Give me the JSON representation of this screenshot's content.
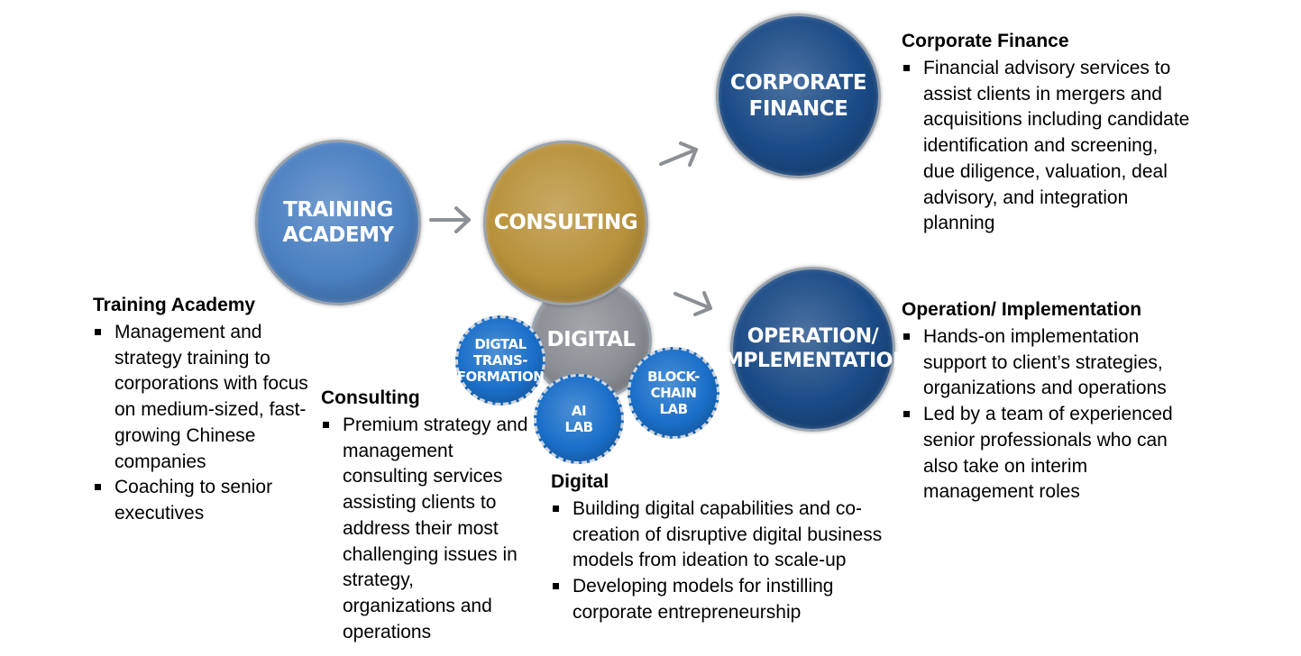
{
  "circles": {
    "training": {
      "line1": "TRAINING",
      "line2": "ACADEMY",
      "color": "#4a7fc1"
    },
    "consulting": {
      "line1": "CONSULTING",
      "color": "#b8913a"
    },
    "digital": {
      "line1": "DIGITAL",
      "color": "#8a8d93"
    },
    "corporate": {
      "line1": "CORPORATE",
      "line2": "FINANCE",
      "color": "#1a4a86"
    },
    "operation": {
      "line1": "OPERATION/",
      "line2": "IMPLEMENTATION",
      "color": "#1a4a86"
    },
    "digital_transformation": {
      "line1": "DIGTAL",
      "line2": "TRANS-",
      "line3": "FORMATION",
      "color": "#1a6fc9"
    },
    "ai_lab": {
      "line1": "AI",
      "line2": "LAB",
      "color": "#1a6fc9"
    },
    "blockchain_lab": {
      "line1": "BLOCK-",
      "line2": "CHAIN",
      "line3": "LAB",
      "color": "#1a6fc9"
    }
  },
  "arrows": {
    "color": "#8c9095"
  },
  "sections": {
    "training": {
      "title": "Training Academy",
      "bullets": [
        "Management and strategy training to corporations with focus on medium-sized, fast-growing Chinese companies",
        "Coaching to senior executives"
      ]
    },
    "consulting": {
      "title": "Consulting",
      "bullets": [
        "Premium strategy and management consulting services assisting clients to address their most challenging issues in strategy, organizations and operations"
      ]
    },
    "digital": {
      "title": "Digital",
      "bullets": [
        "Building digital capabilities and co-creation of disruptive digital business models from ideation to scale-up",
        "Developing models for instilling corporate entrepreneurship"
      ]
    },
    "corporate": {
      "title": "Corporate Finance",
      "bullets": [
        "Financial advisory services to assist clients in mergers and acquisitions including candidate identification and screening, due diligence, valuation, deal advisory, and integration planning"
      ]
    },
    "operation": {
      "title": "Operation/ Implementation",
      "bullets": [
        "Hands-on implementation support to client’s strategies, organizations and operations",
        "Led by a team of experienced senior professionals who can also take on interim management roles"
      ]
    }
  }
}
